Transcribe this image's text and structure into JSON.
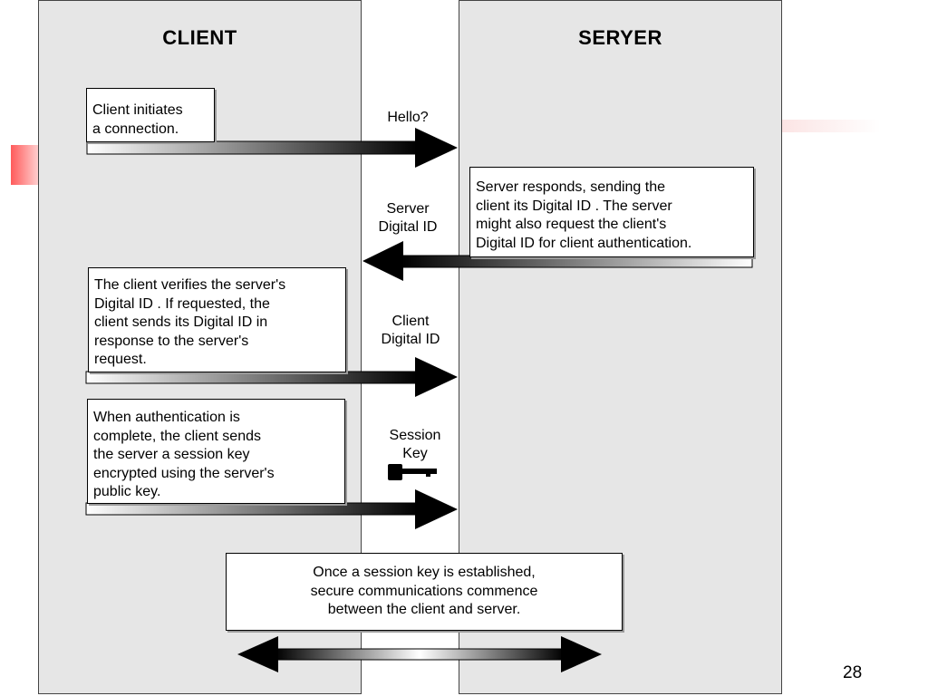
{
  "client": {
    "title": "CLIENT"
  },
  "server": {
    "title": "SERYER"
  },
  "steps": {
    "client_initiates": "Client initiates\na connection.",
    "server_responds": "Server responds, sending the\nclient its Digital  ID . The server\nmight also request the client's\nDigital  ID for client authentication.",
    "client_verifies": "The client verifies the server's\nDigital  ID . If requested, the\nclient sends its Digital ID in\nresponse to the server's\nrequest.",
    "auth_complete": "When authentication is\ncomplete, the client sends\nthe server a session key\nencrypted using the server's\npublic key.",
    "secure_comm": "Once a session key is established,\nsecure communications commence\nbetween the client and server."
  },
  "labels": {
    "hello": "Hello?",
    "server_digital_id": "Server\nDigital ID",
    "client_digital_id": "Client\nDigital ID",
    "session_key": "Session\nKey"
  },
  "page_number": "28",
  "colors": {
    "panel": "#e6e6e6",
    "accent": "#ff6666"
  },
  "icons": {
    "key": "key-icon"
  }
}
